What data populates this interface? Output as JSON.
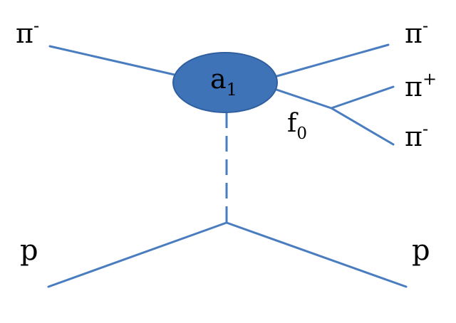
{
  "diagram": {
    "labels": {
      "pi_minus_in": {
        "base": "π",
        "sup": "-"
      },
      "pi_minus_out": {
        "base": "π",
        "sup": "-"
      },
      "pi_plus_out": {
        "base": "π",
        "sup": "+"
      },
      "pi_minus_out2": {
        "base": "π",
        "sup": "-"
      },
      "proton_in": "p",
      "proton_out": "p",
      "a1": {
        "base": "a",
        "sub": "1"
      },
      "f0": {
        "base": "f",
        "sub": "0"
      }
    },
    "colors": {
      "line": "#4a7dbf",
      "blob_fill": "#3f73b8",
      "blob_stroke": "#2f5f9e",
      "text": "#000000"
    }
  }
}
